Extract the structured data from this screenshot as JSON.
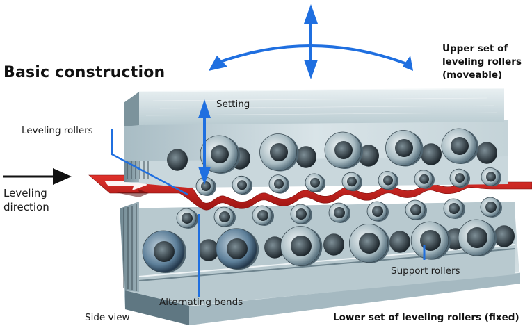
{
  "title": "Basic construction",
  "labels": {
    "upper_set": [
      "Upper set of",
      "leveling rollers",
      "(moveable)"
    ],
    "setting": "Setting",
    "leveling_rollers": "Leveling rollers",
    "leveling_direction": [
      "Leveling",
      "direction"
    ],
    "support_rollers": "Support rollers",
    "alternating_bends": "Alternating bends",
    "side_view": "Side view",
    "lower_set": "Lower set of leveling rollers (fixed)"
  },
  "colors": {
    "arrow_blue": "#1f6fe0",
    "strip_red": "#c8201e",
    "steel_light": "#d6e2e6",
    "steel_mid": "#9fb4bc",
    "steel_dark": "#3d4c55"
  },
  "icons": {
    "adjust_arrows": "four-way-curved-arrows-icon",
    "direction_arrow": "right-arrow-icon"
  }
}
